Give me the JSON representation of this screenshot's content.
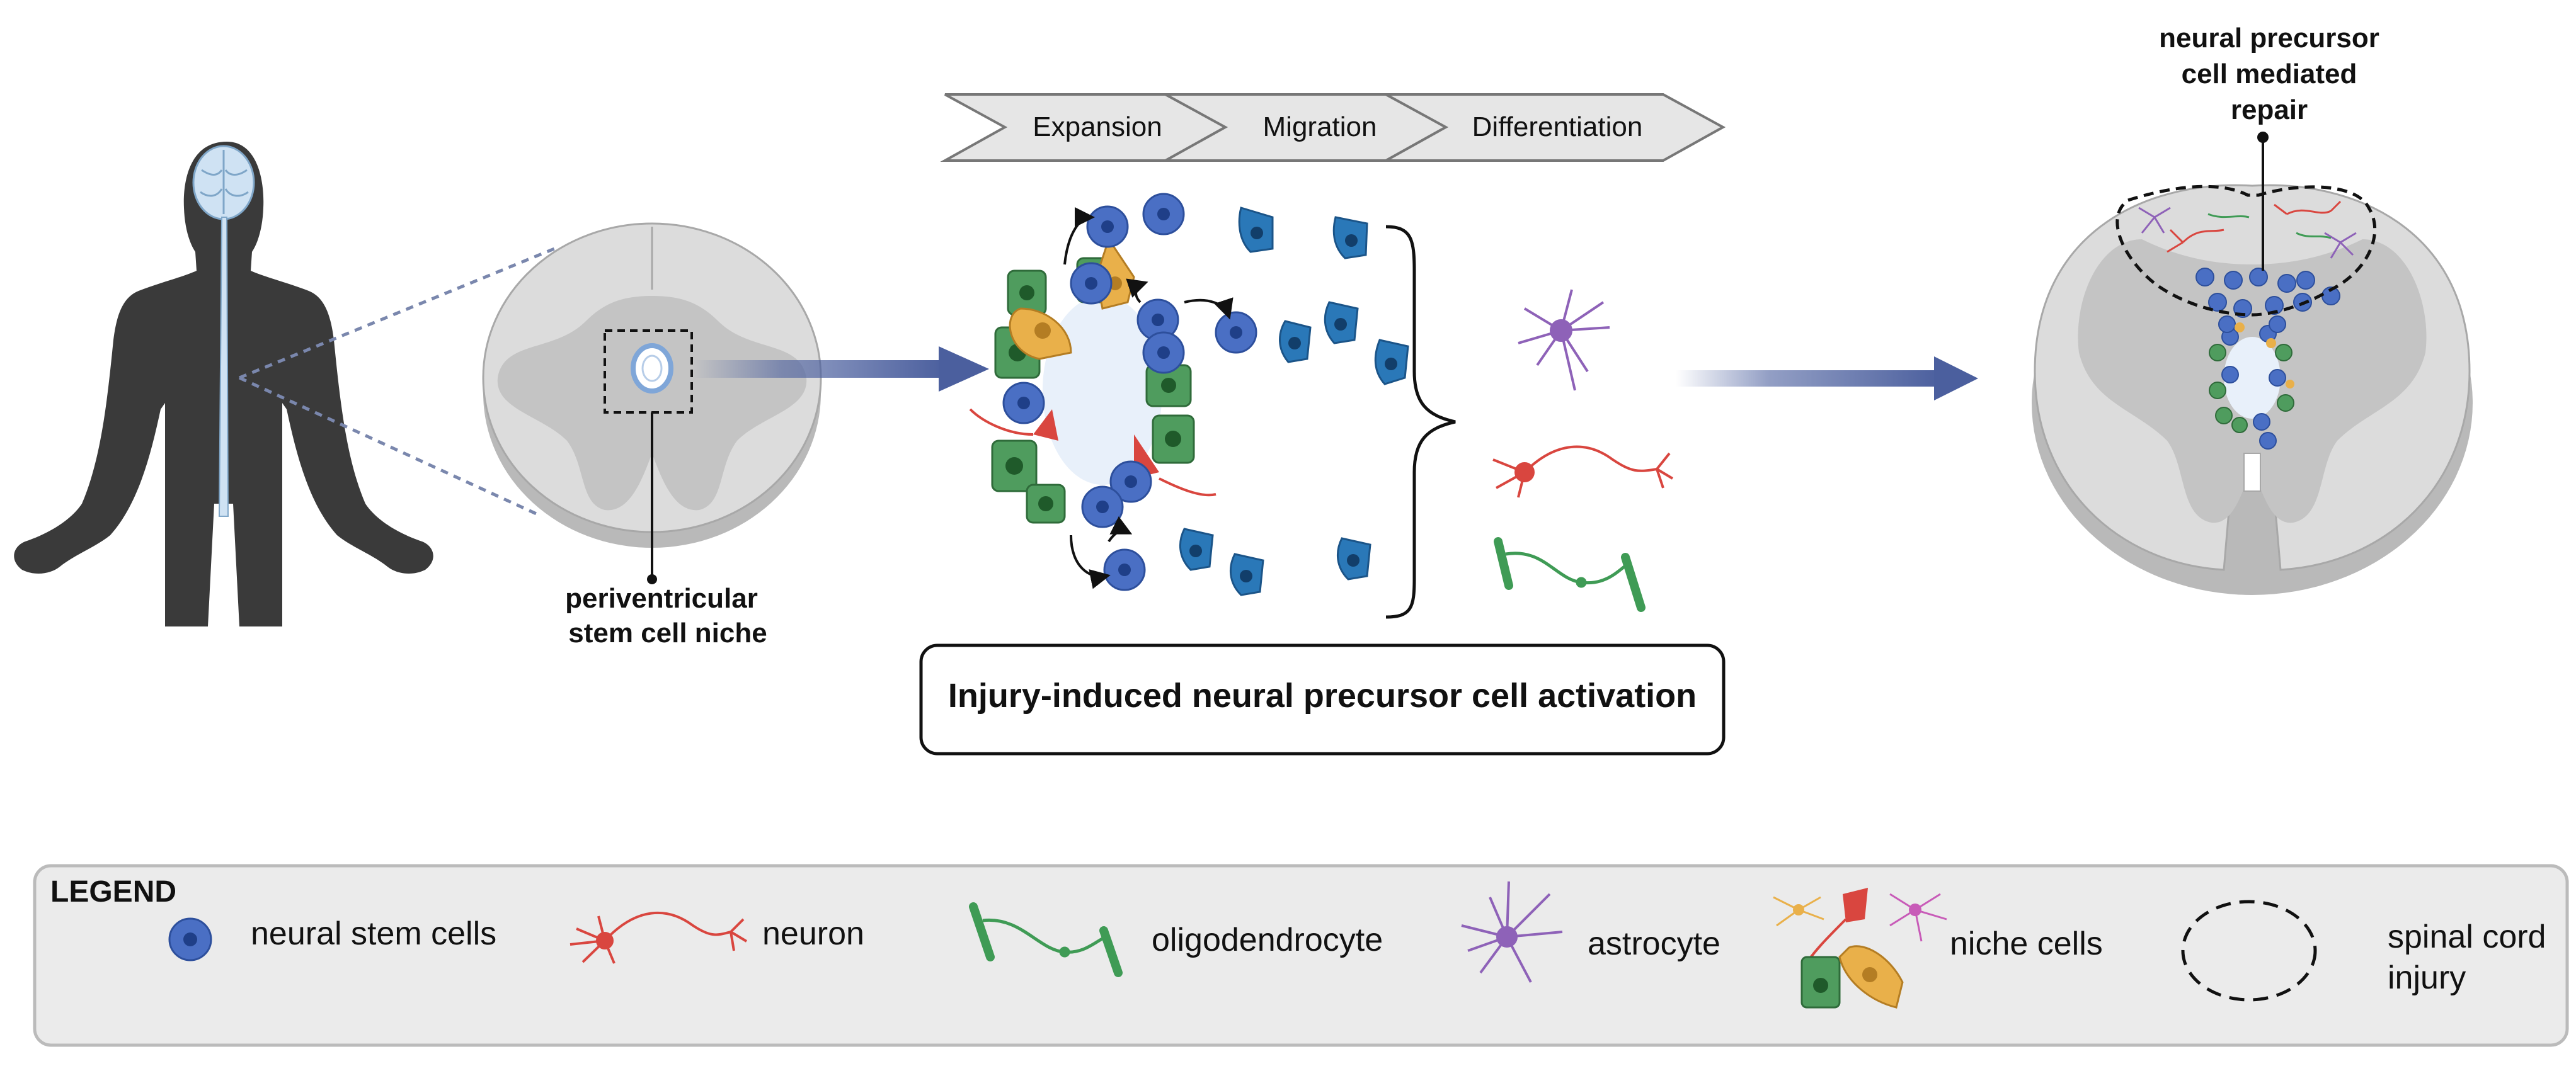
{
  "niche_label": [
    "periventricular",
    "stem cell niche"
  ],
  "stages": [
    "Expansion",
    "Migration",
    "Differentiation"
  ],
  "activation_label": "Injury-induced neural precursor cell activation",
  "repair_label": [
    "neural precursor",
    "cell mediated",
    "repair"
  ],
  "legend": {
    "title": "LEGEND",
    "items": [
      {
        "label": [
          "neural stem cells"
        ],
        "icon": "stem-cell-icon"
      },
      {
        "label": [
          "neuron"
        ],
        "icon": "neuron-icon"
      },
      {
        "label": [
          "oligodendrocyte"
        ],
        "icon": "oligodendrocyte-icon"
      },
      {
        "label": [
          "astrocyte"
        ],
        "icon": "astrocyte-icon"
      },
      {
        "label": [
          "niche cells"
        ],
        "icon": "niche-cells-icon"
      },
      {
        "label": [
          "spinal cord",
          "injury"
        ],
        "icon": "injury-outline-icon"
      }
    ]
  },
  "colors": {
    "stem_cell": "#4a6fc4",
    "migrating_cell": "#2a78b8",
    "neuron": "#d9463f",
    "oligodendrocyte": "#3f9b55",
    "astrocyte": "#8e62b8",
    "niche_yellow": "#e9b04a",
    "arrow": "#4b5f9e",
    "body": "#3a3a3a",
    "spinal_cord": "#d7d7d7"
  }
}
